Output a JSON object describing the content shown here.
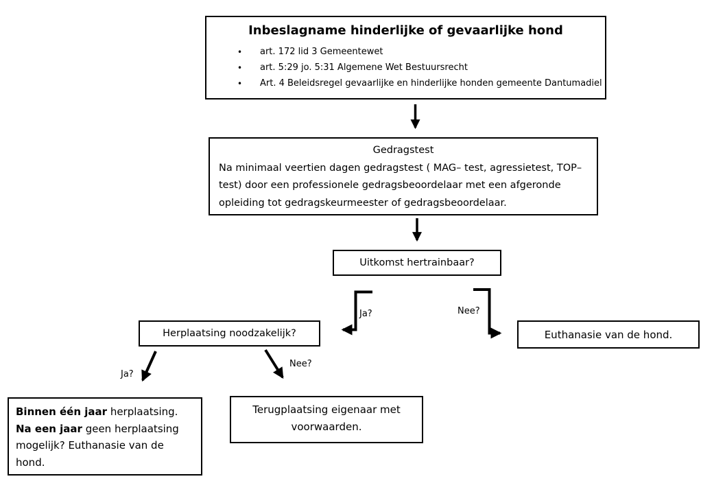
{
  "diagram": {
    "background_color": "#ffffff",
    "line_color": "#000000",
    "bullet_char": "•",
    "title_box": {
      "title": "Inbeslagname hinderlijke of gevaarlijke hond",
      "bullets": [
        "art. 172 lid 3 Gemeentewet",
        "art. 5:29 jo. 5:31 Algemene Wet Bestuursrecht",
        "Art. 4 Beleidsregel gevaarlijke en hinderlijke honden gemeente Dantumadiel"
      ]
    },
    "gedragstest_box": {
      "heading": "Gedragstest",
      "lines": [
        "Na minimaal veertien dagen gedragstest ( MAG– test, agressietest, TOP–",
        "test) door een professionele gedragsbeoordelaar met een afgeronde",
        "opleiding tot gedragskeurmeester of gedragsbeoordelaar."
      ]
    },
    "decision_box": {
      "label": "Uitkomst hertrainbaar?"
    },
    "herplaatsing_box": {
      "label": "Herplaatsing noodzakelijk?"
    },
    "euthanasie_box": {
      "label": "Euthanasie van de hond."
    },
    "binnen_box": {
      "line1_bold": "Binnen één jaar",
      "line1_rest": " herplaatsing.",
      "line2_bold": "Na een jaar",
      "line2_rest": " geen herplaatsing",
      "line3": "mogelijk? Euthanasie van de hond."
    },
    "terugplaatsing_box": {
      "line1": "Terugplaatsing eigenaar met",
      "line2": "voorwaarden."
    },
    "labels": {
      "ja_elbow": "Ja?",
      "nee_elbow": "Nee?",
      "ja_diagonal": "Ja?",
      "nee_diagonal": "Nee?"
    }
  }
}
